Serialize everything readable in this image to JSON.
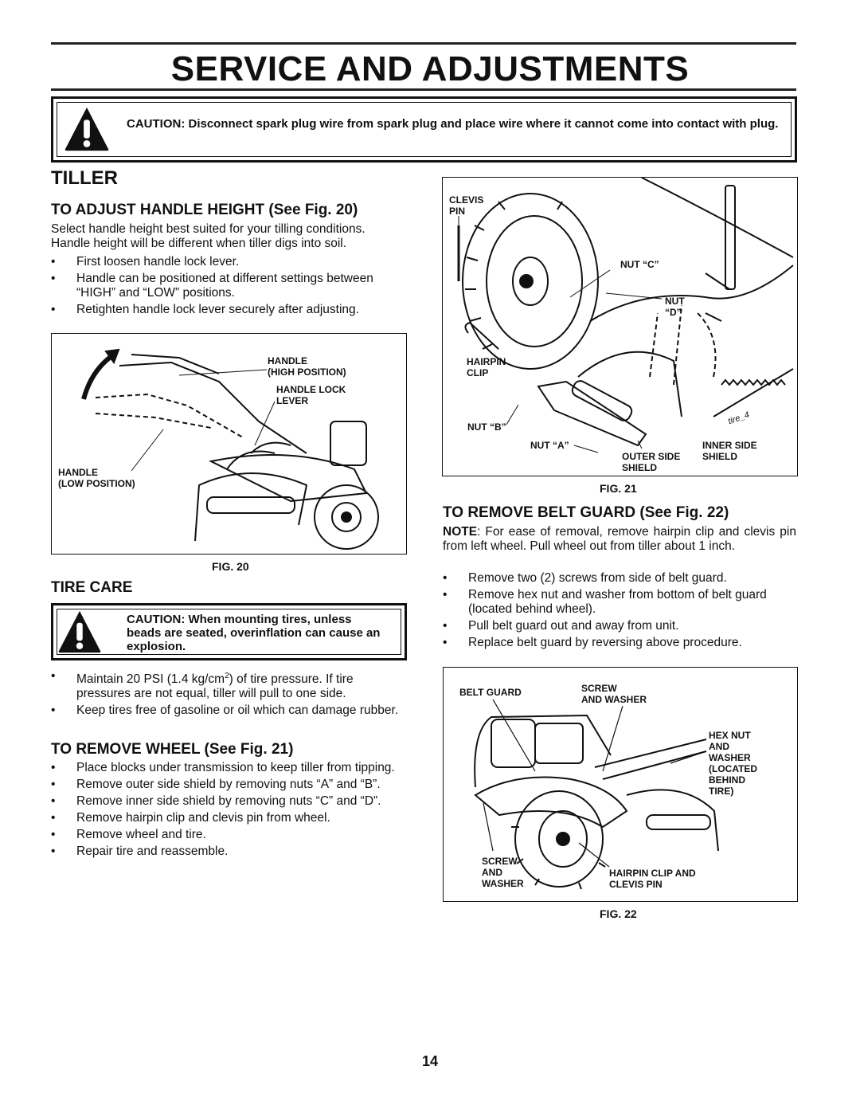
{
  "header": {
    "title": "SERVICE  AND ADJUSTMENTS"
  },
  "top_caution": {
    "text": "CAUTION:  Disconnect spark plug wire from spark plug and place wire where it cannot come into contact with plug."
  },
  "tiller": {
    "heading": "TILLER"
  },
  "handle_height": {
    "heading": "TO ADJUST HANDLE HEIGHT (See Fig. 20)",
    "intro": "Select handle height best suited for your tilling conditions. Handle height will be different when tiller digs into soil.",
    "bullets": [
      "First loosen handle lock lever.",
      "Handle can be positioned at different settings between “HIGH” and “LOW” positions.",
      "Retighten handle lock lever securely after adjusting."
    ]
  },
  "fig20": {
    "caption": "FIG. 20",
    "labels": {
      "handle_high": "HANDLE\n(HIGH POSITION)",
      "handle_lock": "HANDLE LOCK\nLEVER",
      "handle_low": "HANDLE\n(LOW POSITION)"
    }
  },
  "tire_care": {
    "heading": "TIRE CARE",
    "caution": "CAUTION:  When mounting tires, unless beads are seated, overinflation can cause an explosion.",
    "bullet1_a": "Maintain 20 PSI (1.4 kg/cm",
    "bullet1_sup": "2",
    "bullet1_b": ") of tire pressure.  If tire pressures are not equal, tiller will pull to one side.",
    "bullet2": "Keep tires free of gasoline or oil which can damage rubber."
  },
  "remove_wheel": {
    "heading": "TO REMOVE WHEEL (See Fig. 21)",
    "bullets": [
      "Place blocks under transmission to keep tiller from tipping.",
      "Remove outer side shield by removing nuts “A” and “B”.",
      "Remove inner side shield by removing nuts “C” and “D”.",
      "Remove hairpin clip and clevis pin from wheel.",
      "Remove wheel and tire.",
      "Repair tire and reassemble."
    ]
  },
  "fig21": {
    "caption": "FIG. 21",
    "labels": {
      "clevis_pin": "CLEVIS\nPIN",
      "nut_c": "NUT “C”",
      "nut_d": "NUT\n“D”",
      "hairpin_clip": "HAIRPIN\nCLIP",
      "nut_b": "NUT “B”",
      "nut_a": "NUT “A”",
      "outer_side_shield": "OUTER SIDE\nSHIELD",
      "inner_side_shield": "INNER SIDE\nSHIELD",
      "tire_note": "tire_4"
    }
  },
  "belt_guard": {
    "heading": "TO REMOVE BELT GUARD (See Fig. 22)",
    "note_label": "NOTE",
    "note_text": ":  For ease of removal, remove hairpin clip and clevis  pin from left wheel.  Pull wheel out from tiller about 1 inch.",
    "bullets": [
      "Remove two (2) screws from side of belt guard.",
      "Remove hex nut and washer from bottom of belt guard (located behind wheel).",
      "Pull belt guard out and away from unit.",
      "Replace belt guard by reversing above procedure."
    ]
  },
  "fig22": {
    "caption": "FIG. 22",
    "labels": {
      "belt_guard": "BELT GUARD",
      "screw_washer_top": "SCREW\nAND WASHER",
      "hex_nut": "HEX NUT\nAND\nWASHER\n(LOCATED\nBEHIND\nTIRE)",
      "screw_washer_bottom": "SCREW\nAND\nWASHER",
      "hairpin_clevis": "HAIRPIN CLIP AND\nCLEVIS PIN"
    }
  },
  "page_number": "14"
}
